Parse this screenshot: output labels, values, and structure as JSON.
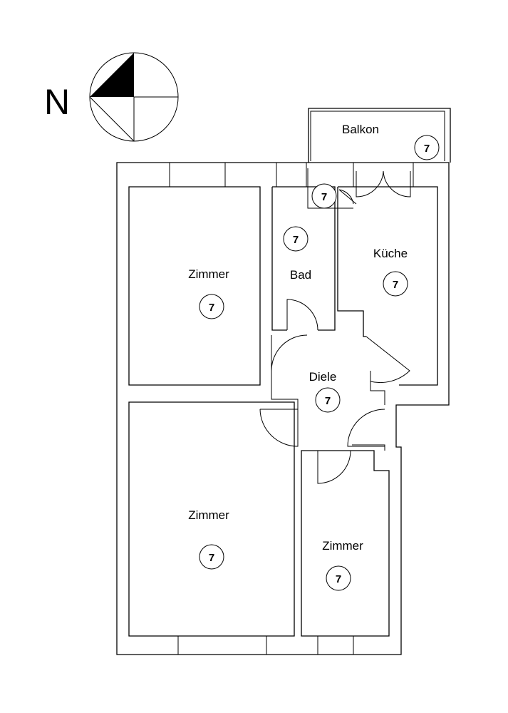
{
  "compass": {
    "letter": "N"
  },
  "rooms": [
    {
      "id": "balkon",
      "name": "Balkon",
      "badge": "7"
    },
    {
      "id": "flur-nische",
      "name": "",
      "badge": "7"
    },
    {
      "id": "bad",
      "name": "Bad",
      "badge": "7"
    },
    {
      "id": "kueche",
      "name": "Küche",
      "badge": "7"
    },
    {
      "id": "zimmer-1",
      "name": "Zimmer",
      "badge": "7"
    },
    {
      "id": "diele",
      "name": "Diele",
      "badge": "7"
    },
    {
      "id": "zimmer-2",
      "name": "Zimmer",
      "badge": "7"
    },
    {
      "id": "zimmer-3",
      "name": "Zimmer",
      "badge": "7"
    }
  ]
}
